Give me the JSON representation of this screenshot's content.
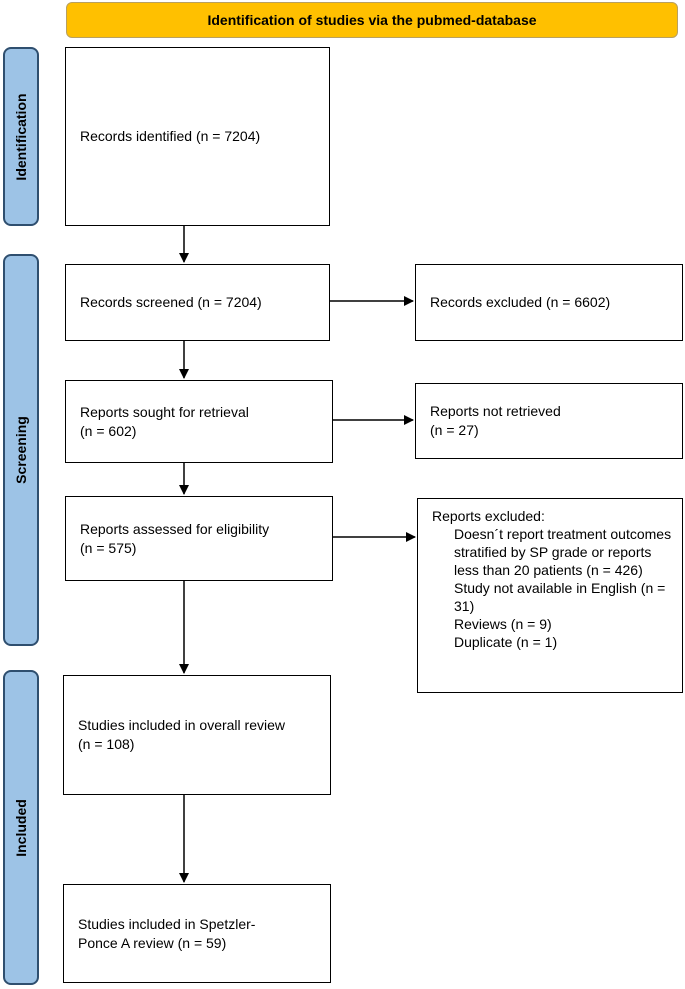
{
  "header": {
    "title": "Identification of studies via the pubmed-database"
  },
  "phases": {
    "identification": "Identification",
    "screening": "Screening",
    "included": "Included"
  },
  "boxes": {
    "records_identified": "Records identified (n = 7204)",
    "records_screened": "Records screened (n = 7204)",
    "records_excluded": "Records excluded (n = 6602)",
    "reports_sought": "Reports sought for retrieval\n(n = 602)",
    "reports_not_retrieved": "Reports not retrieved\n(n = 27)",
    "reports_assessed": "Reports assessed for eligibility\n(n = 575)",
    "studies_overall": "Studies included in overall review\n(n = 108)",
    "studies_spetzler": "Studies included in Spetzler-\nPonce A review (n = 59)"
  },
  "exclusions": {
    "title": "Reports excluded:",
    "items": [
      "Doesn´t report treatment outcomes stratified by SP grade or reports less than 20 patients (n = 426)",
      "Study not available in English (n = 31)",
      "Reviews (n = 9)",
      "Duplicate (n = 1)"
    ]
  }
}
